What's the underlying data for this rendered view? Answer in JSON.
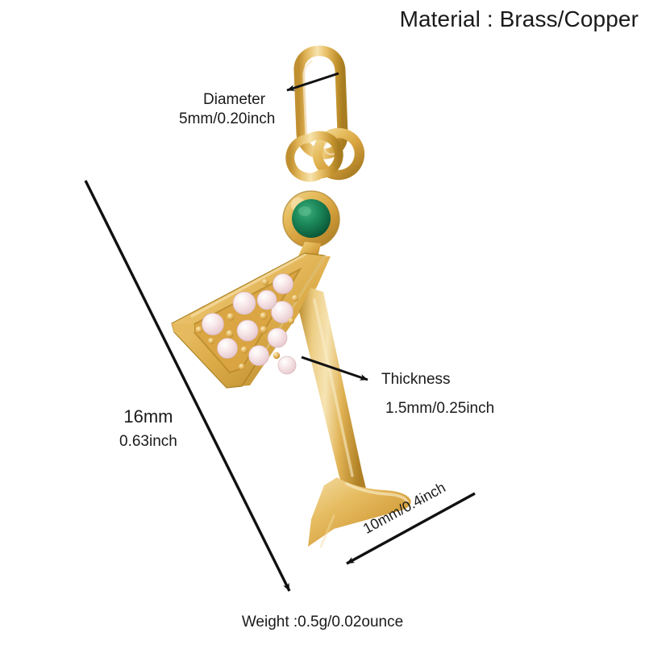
{
  "header": {
    "material_label": "Material : Brass/Copper"
  },
  "annotations": {
    "diameter": {
      "title": "Diameter",
      "value": "5mm/0.20inch"
    },
    "thickness": {
      "title": "Thickness",
      "value": "1.5mm/0.25inch"
    },
    "length": {
      "value_mm": "16mm",
      "value_inch": "0.63inch"
    },
    "width": {
      "value": "10mm/0.4inch"
    },
    "weight": {
      "value": "Weight :0.5g/0.02ounce"
    }
  },
  "product": {
    "name": "martini-glass-charm",
    "colors": {
      "background": "#ffffff",
      "gold_light": "#f7e3ae",
      "gold_mid": "#e8bf62",
      "gold_base": "#d9a441",
      "gold_dark": "#b07d26",
      "gold_shadow": "#8d6118",
      "gem_green": "#1a8055",
      "gem_green_dark": "#0c5c3b",
      "pave_stone": "#f6e2e4",
      "pave_stone_edge": "#e7c9cd",
      "annotation_ink": "#1a1a1a"
    },
    "parts": [
      "oval-jump-ring",
      "round-link-ring",
      "green-gemstone-bezel",
      "triangular-bowl",
      "pave-stones",
      "stem",
      "foot-base"
    ],
    "pave_stone_count": 10
  }
}
